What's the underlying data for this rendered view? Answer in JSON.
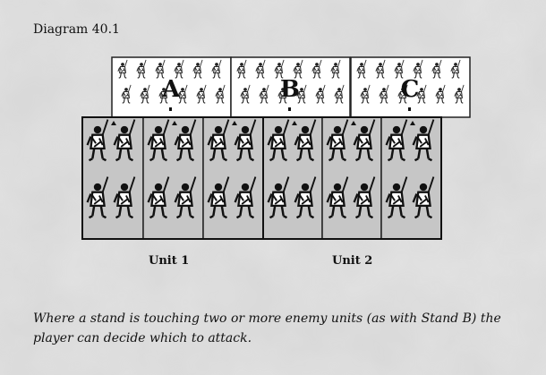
{
  "caption": "Diagram 40.1",
  "stands": [
    {
      "label": "A"
    },
    {
      "label": "B"
    },
    {
      "label": "C"
    }
  ],
  "units": [
    {
      "label": "Unit 1"
    },
    {
      "label": "Unit 2"
    }
  ],
  "note": "Where a stand is touching two or more enemy units (as with Stand B) the player can decide which to attack.",
  "colors": {
    "enemy_fill": "#ffffff",
    "friendly_fill": "#c6c6c6",
    "border": "#222222",
    "background": "#dcdcdc"
  }
}
